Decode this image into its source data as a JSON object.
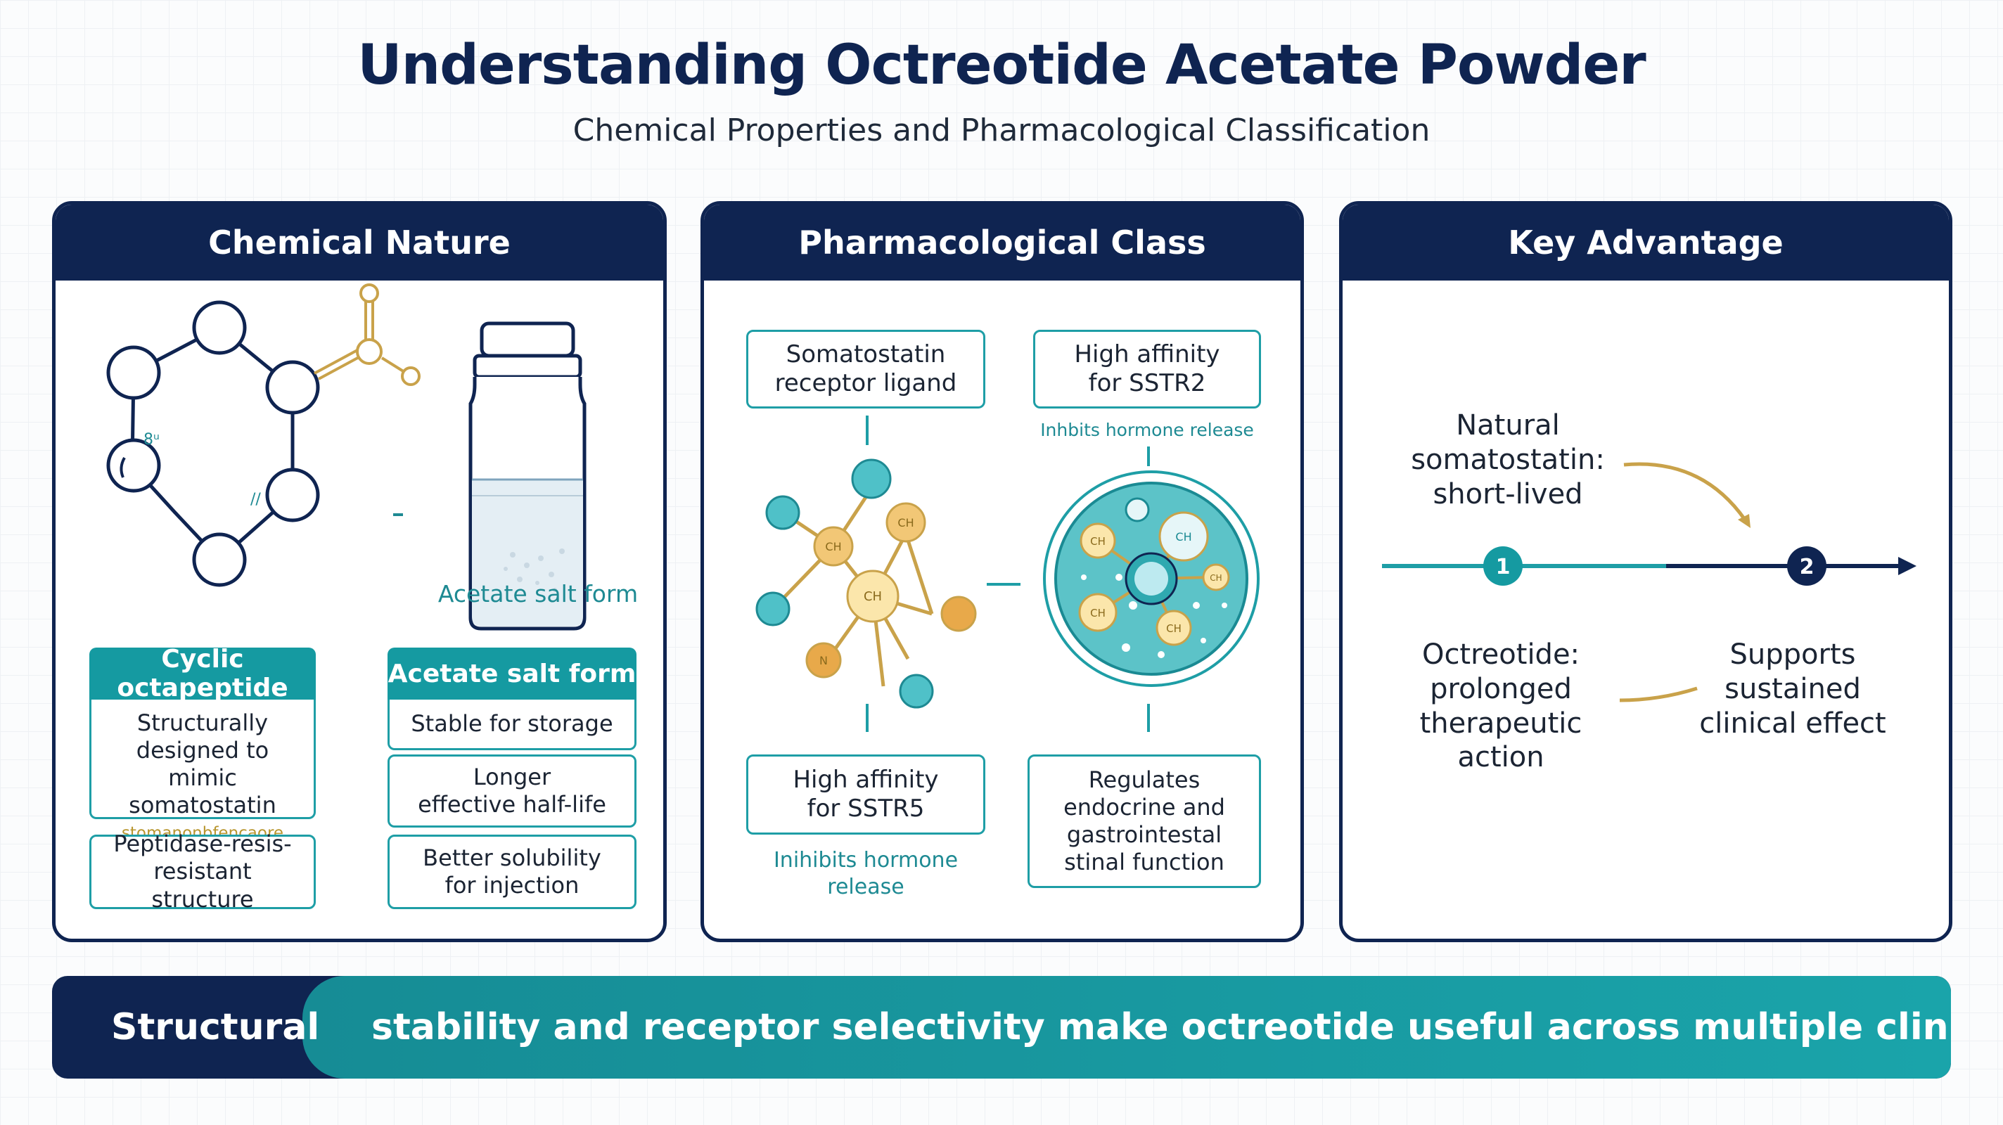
{
  "title": "Understanding Octreotide Acetate Powder",
  "subtitle": "Chemical Properties and Pharmacological Classification",
  "colors": {
    "navy": "#0f2451",
    "teal": "#159aa1",
    "gold": "#c9a24a"
  },
  "chemical_nature": {
    "header": "Chemical Nature",
    "ring_label_left": "8ᵘ",
    "ring_label_inner": "//",
    "vial_label": "Acetate salt form",
    "cyclic": {
      "title": "Cyclic octapeptide",
      "body": "Structurally designed to mimic somatostatin",
      "footnote": "stomanonbfencaore"
    },
    "peptidase": "Peptidase-resis-\nresistant structure",
    "acetate": {
      "title": "Acetate salt form",
      "body": "Stable for storage"
    },
    "half_life": "Longer\neffective half-life",
    "solubility": "Better solubility\nfor injection"
  },
  "pharmacological_class": {
    "header": "Pharmacological Class",
    "ligand": "Somatostatin\nreceptor ligand",
    "sstr2": "High affinity\nfor SSTR2",
    "sstr2_note": "Inhbits hormone release",
    "sstr5": "High affinity\nfor SSTR5",
    "sstr5_note": "Inihibits hormone\nrelease",
    "regulates": "Regulates\nendocrine and\ngastrointestal\nstinal function",
    "molecule_nodes": [
      "CH",
      "CH",
      "CH",
      "N"
    ],
    "cell_nodes": [
      "CH",
      "CH",
      "CH",
      "CH",
      "CH"
    ]
  },
  "key_advantage": {
    "header": "Key Advantage",
    "natural": "Natural\nsomatostatin:\nshort-lived",
    "octreotide": "Octreotide:\nprolonged\ntherapeutic\naction",
    "supports": "Supports\nsustained\nclinical effect",
    "step1": "1",
    "step2": "2"
  },
  "banner": {
    "left": "Structural",
    "right": "stability and receptor selectivity make octreotide useful across multiple clinical indications"
  }
}
